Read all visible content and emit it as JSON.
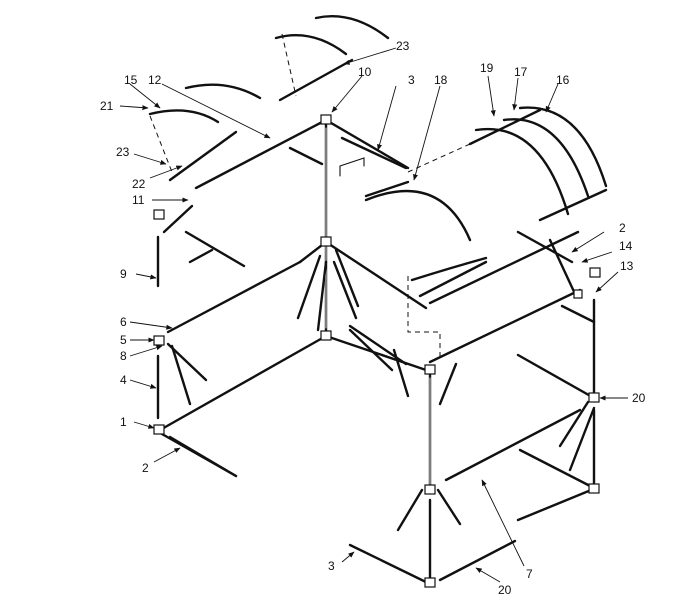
{
  "diagram": {
    "callouts": [
      {
        "id": "c1",
        "label": "1"
      },
      {
        "id": "c2a",
        "label": "2"
      },
      {
        "id": "c2b",
        "label": "2"
      },
      {
        "id": "c3a",
        "label": "3"
      },
      {
        "id": "c3b",
        "label": "3"
      },
      {
        "id": "c4",
        "label": "4"
      },
      {
        "id": "c5",
        "label": "5"
      },
      {
        "id": "c6",
        "label": "6"
      },
      {
        "id": "c7",
        "label": "7"
      },
      {
        "id": "c8",
        "label": "8"
      },
      {
        "id": "c9",
        "label": "9"
      },
      {
        "id": "c10",
        "label": "10"
      },
      {
        "id": "c11",
        "label": "11"
      },
      {
        "id": "c12",
        "label": "12"
      },
      {
        "id": "c13",
        "label": "13"
      },
      {
        "id": "c14",
        "label": "14"
      },
      {
        "id": "c15",
        "label": "15"
      },
      {
        "id": "c16",
        "label": "16"
      },
      {
        "id": "c17",
        "label": "17"
      },
      {
        "id": "c18",
        "label": "18"
      },
      {
        "id": "c19",
        "label": "19"
      },
      {
        "id": "c20a",
        "label": "20"
      },
      {
        "id": "c20b",
        "label": "20"
      },
      {
        "id": "c21",
        "label": "21"
      },
      {
        "id": "c22",
        "label": "22"
      },
      {
        "id": "c23a",
        "label": "23"
      },
      {
        "id": "c23b",
        "label": "23"
      }
    ]
  }
}
